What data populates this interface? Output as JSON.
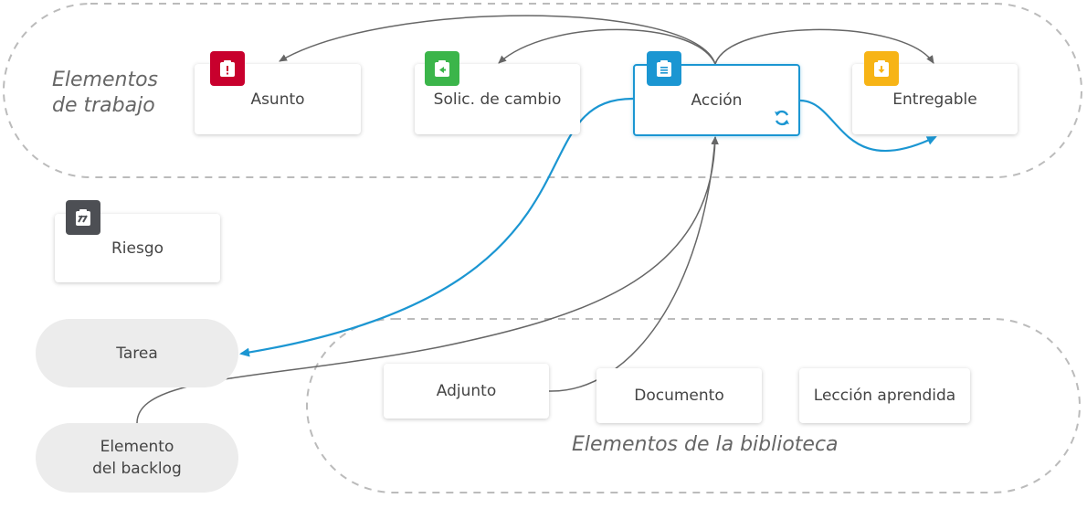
{
  "regions": {
    "work_items": {
      "label_line1": "Elementos",
      "label_line2": "de trabajo"
    },
    "library": {
      "label": "Elementos de la biblioteca"
    }
  },
  "nodes": {
    "asunto": {
      "label": "Asunto",
      "badge_color": "#c8002d",
      "icon": "issue-icon"
    },
    "solicitud": {
      "label": "Solic. de cambio",
      "badge_color": "#3bb54a",
      "icon": "change-request-icon"
    },
    "accion": {
      "label": "Acción",
      "badge_color": "#1b96d2",
      "icon": "action-clipboard-icon",
      "recurring_icon": "sync-icon"
    },
    "entregable": {
      "label": "Entregable",
      "badge_color": "#f7b416",
      "icon": "deliverable-icon"
    },
    "riesgo": {
      "label": "Riesgo",
      "badge_color": "#4d4f54",
      "icon": "risk-icon"
    },
    "tarea": {
      "label": "Tarea"
    },
    "backlog": {
      "label_line1": "Elemento",
      "label_line2": "del backlog"
    },
    "adjunto": {
      "label": "Adjunto"
    },
    "documento": {
      "label": "Documento"
    },
    "leccion": {
      "label": "Lección aprendida"
    }
  },
  "colors": {
    "gray_edge": "#666666",
    "blue_edge": "#1b96d2",
    "region_border": "#bbbbbb"
  }
}
